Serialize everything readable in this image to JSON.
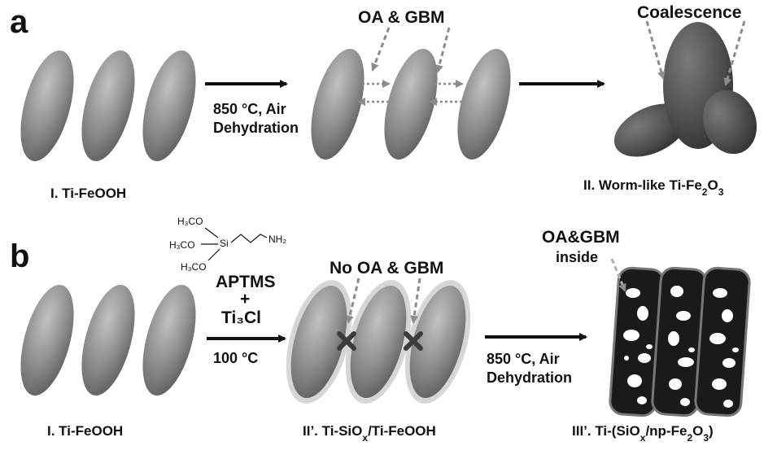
{
  "panel_a": {
    "letter": "a",
    "step1_line1": "850 °C, Air",
    "step1_line2": "Dehydration",
    "oa_gbm": "OA & GBM",
    "coalescence": "Coalescence",
    "caption_start": "I. Ti-FeOOH",
    "caption_end_main": "II. Worm-like  Ti-Fe",
    "caption_end_sub1": "2",
    "caption_end_mid": "O",
    "caption_end_sub2": "3"
  },
  "panel_b": {
    "letter": "b",
    "chem_h3co_1": "H₃CO",
    "chem_h3co_2": "H₃CO",
    "chem_h3co_3": "H₃CO",
    "chem_si": "Si",
    "chem_nh2": "NH₂",
    "reagent_name": "APTMS",
    "plus": "+",
    "reagent_2": "Ti₃Cl",
    "temp": "100 °C",
    "no_oa_gbm": "No OA & GBM",
    "step_line1": "850 °C, Air",
    "step_line2": "Dehydration",
    "oa_gbm": "OA&GBM",
    "inside": "inside",
    "caption_start": "I. Ti-FeOOH",
    "caption_mid_pre": "II’. Ti-SiO",
    "caption_mid_sub": "x",
    "caption_mid_post": "/Ti-FeOOH",
    "caption_end_pre": "III’. Ti-(SiO",
    "caption_end_sub1": "x",
    "caption_end_mid": "/np-Fe",
    "caption_end_sub2": "2",
    "caption_end_mid2": "O",
    "caption_end_sub3": "3",
    "caption_end_post": ")"
  },
  "colors": {
    "ellipse": "#8a8a8a",
    "ellipse_dark": "#4a4a4a",
    "arrow": "#111111",
    "dashed": "#8c8c8c"
  }
}
